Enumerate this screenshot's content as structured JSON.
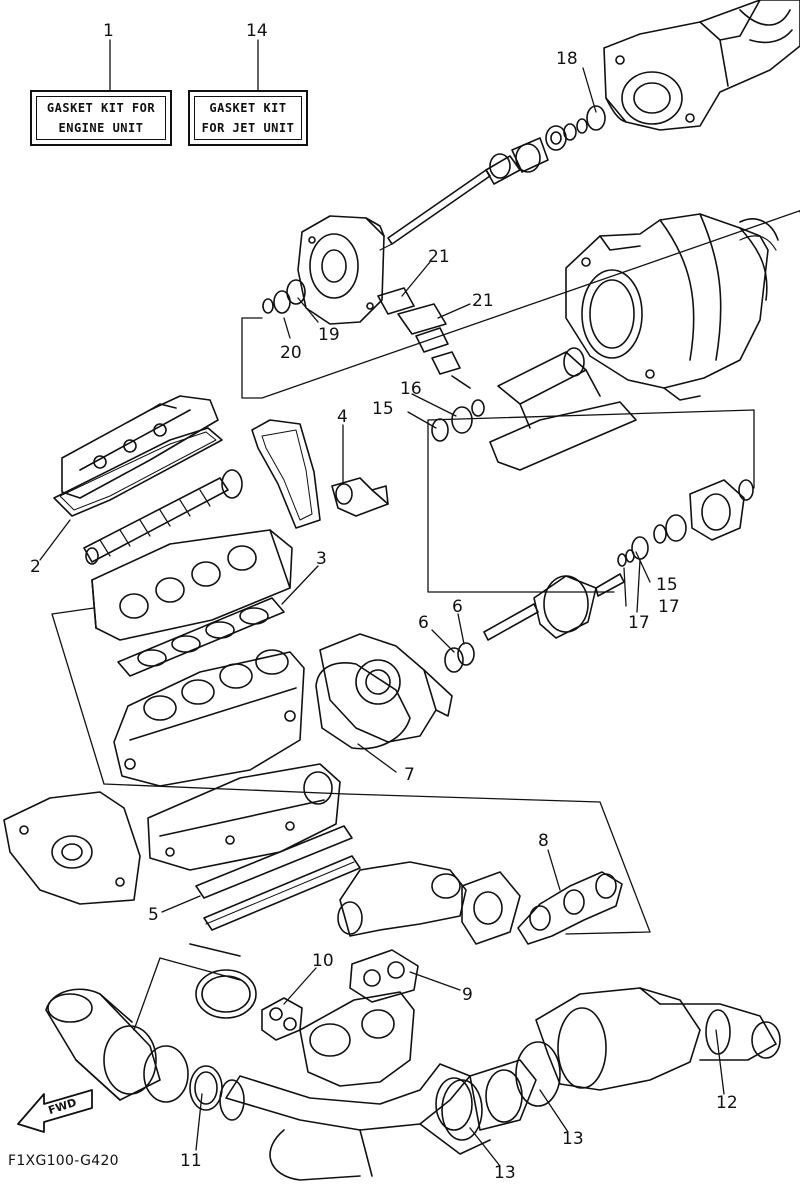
{
  "diagram": {
    "code": "F1XG100-G420",
    "direction_label": "FWD",
    "kits": [
      {
        "number": "1",
        "line1": "GASKET KIT FOR",
        "line2": "ENGINE UNIT"
      },
      {
        "number": "14",
        "line1": "GASKET KIT",
        "line2": "FOR JET UNIT"
      }
    ],
    "callouts": {
      "c2": "2",
      "c3": "3",
      "c4": "4",
      "c5": "5",
      "c6a": "6",
      "c6b": "6",
      "c7": "7",
      "c8": "8",
      "c9": "9",
      "c10": "10",
      "c11": "11",
      "c12": "12",
      "c13a": "13",
      "c13b": "13",
      "c15a": "15",
      "c15b": "15",
      "c16": "16",
      "c17a": "17",
      "c17b": "17",
      "c18": "18",
      "c19": "19",
      "c20": "20",
      "c21a": "21",
      "c21b": "21"
    }
  }
}
